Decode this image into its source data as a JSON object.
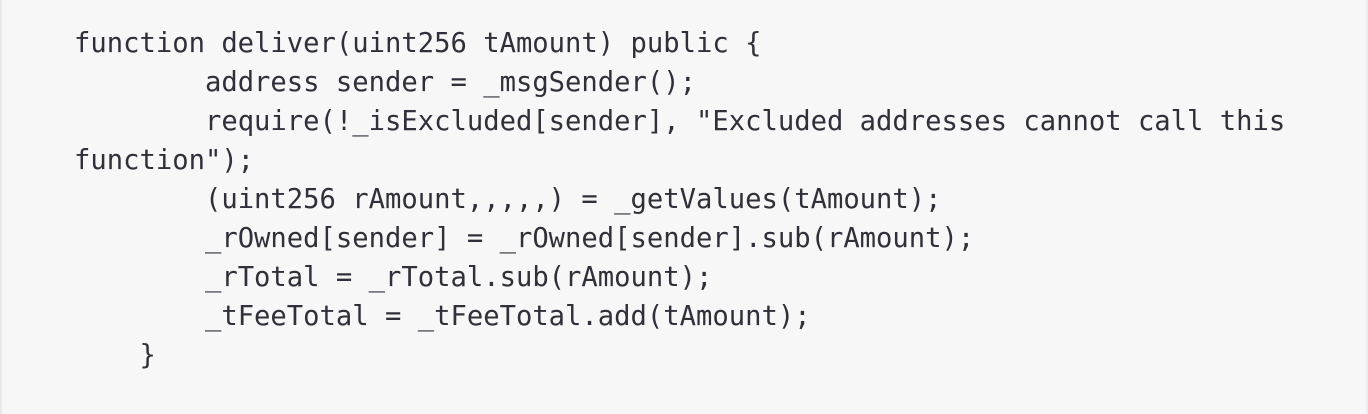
{
  "code_block": {
    "language": "solidity",
    "background_color": "#f7f7f8",
    "text_color": "#30303a",
    "border_color": "#e9e9ec",
    "full_text": "function deliver(uint256 tAmount) public {\n        address sender = _msgSender();\n        require(!_isExcluded[sender], \"Excluded addresses cannot call this function\");\n        (uint256 rAmount,,,,,) = _getValues(tAmount);\n        _rOwned[sender] = _rOwned[sender].sub(rAmount);\n        _rTotal = _rTotal.sub(rAmount);\n        _tFeeTotal = _tFeeTotal.add(tAmount);\n    }",
    "lines": [
      "function deliver(uint256 tAmount) public {",
      "        address sender = _msgSender();",
      "        require(!_isExcluded[sender], \"Excluded addresses cannot call this function\");",
      "        (uint256 rAmount,,,,,) = _getValues(tAmount);",
      "        _rOwned[sender] = _rOwned[sender].sub(rAmount);",
      "        _rTotal = _rTotal.sub(rAmount);",
      "        _tFeeTotal = _tFeeTotal.add(tAmount);",
      "    }"
    ]
  }
}
